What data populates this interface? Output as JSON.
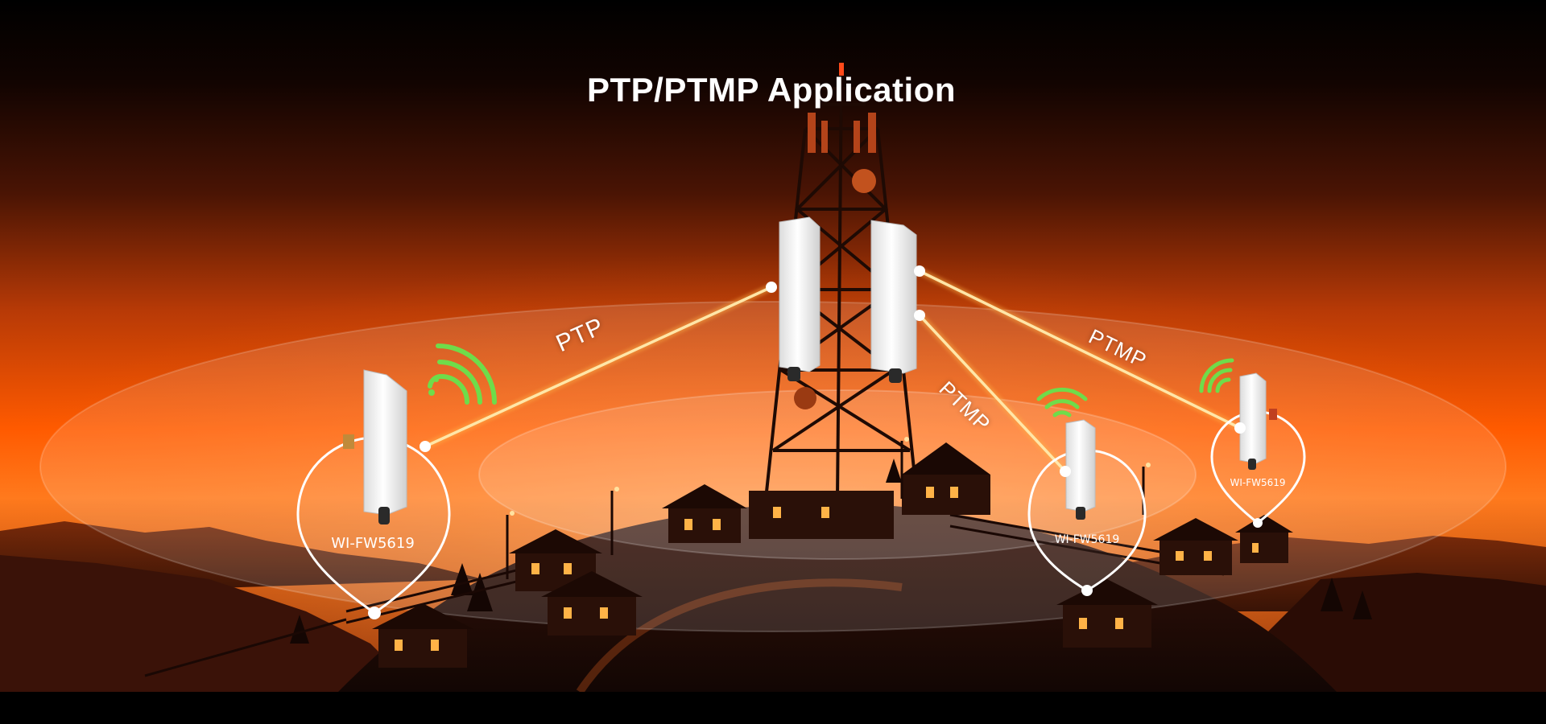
{
  "title": "PTP/PTMP Application",
  "links": {
    "ptp_label": "PTP",
    "ptmp_label_middle": "PTMP",
    "ptmp_label_right": "PTMP"
  },
  "devices": {
    "left_model": "WI-FW5619",
    "middle_model": "WI-FW5619",
    "right_model": "WI-FW5619"
  },
  "colors": {
    "sky_top": "#000000",
    "sky_glow": "#ff5a00",
    "beam": "#ffd36a",
    "signal_green": "#6fdc4a",
    "device_white": "#f4f4f4",
    "house_light": "#ffb347"
  }
}
